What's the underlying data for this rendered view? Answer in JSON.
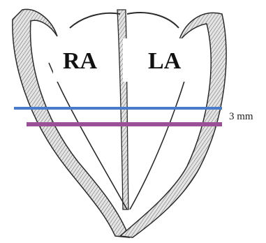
{
  "labels": {
    "right_atrium": "RA",
    "left_atrium": "LA",
    "measurement": "3 mm"
  },
  "colors": {
    "wall_fill": "#d9d9d9",
    "wall_stroke": "#2a2a2a",
    "upper_line": "#4a7bc8",
    "lower_line": "#9b4f96",
    "label_box": "#ffffff"
  }
}
